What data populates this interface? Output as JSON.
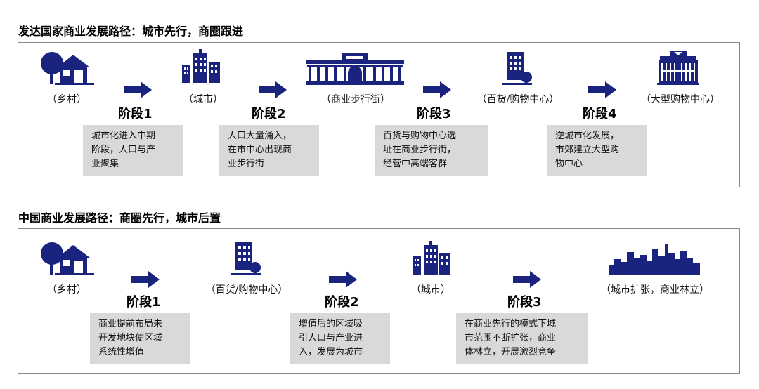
{
  "section1": {
    "title": "发达国家商业发展路径：城市先行，商圈跟进",
    "places": [
      "（乡村）",
      "（城市）",
      "（商业步行街）",
      "（百货/购物中心）",
      "（大型购物中心）"
    ],
    "stages": [
      "阶段1",
      "阶段2",
      "阶段3",
      "阶段4"
    ],
    "descriptions": [
      "城市化进入中期\n阶段，人口与产\n业聚集",
      "人口大量涌入，\n在市中心出现商\n业步行街",
      "百货与购物中心选\n址在商业步行街，\n经营中高端客群",
      "逆城市化发展，\n市郊建立大型购\n物中心"
    ]
  },
  "section2": {
    "title": "中国商业发展路径：商圈先行，城市后置",
    "places": [
      "（乡村）",
      "（百货/购物中心）",
      "（城市）",
      "（城市扩张，商业林立）"
    ],
    "stages": [
      "阶段1",
      "阶段2",
      "阶段3"
    ],
    "descriptions": [
      "商业提前布局未\n开发地块使区域\n系统性增值",
      "增值后的区域吸\n引人口与产业进\n入，发展为城市",
      "在商业先行的模式下城\n市范围不断扩张，商业\n体林立，开展激烈竞争"
    ]
  },
  "colors": {
    "icon": "#1a237e",
    "box": "#d9d9d9",
    "border": "#8a8a8a"
  }
}
